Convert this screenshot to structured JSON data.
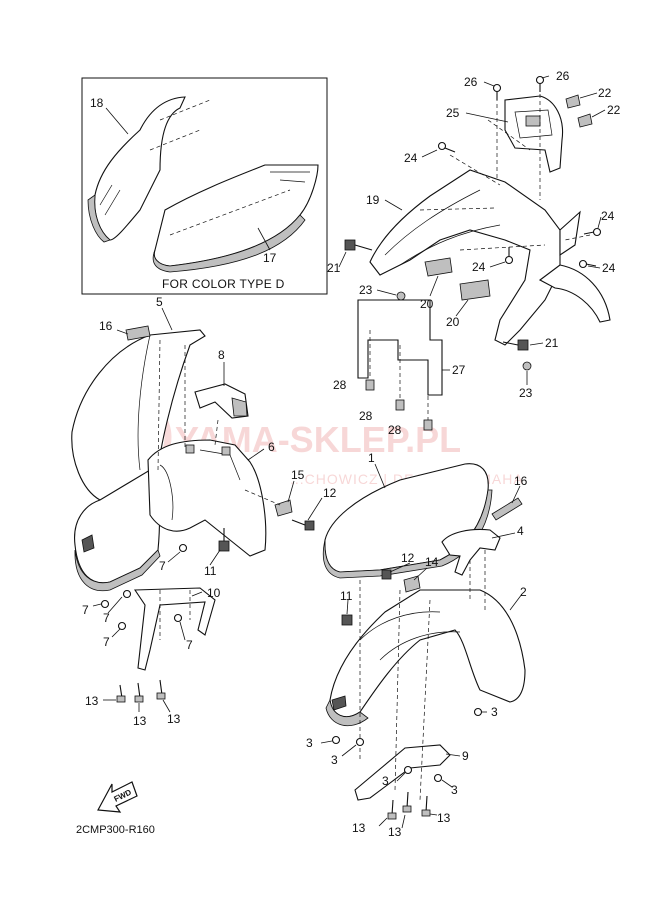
{
  "watermark": {
    "main": "YAMA-SKLEP.PL",
    "sub": "...CHOWICZ | DEALER YAMAHA"
  },
  "inset": {
    "caption": "FOR COLOR TYPE D"
  },
  "diagram_code": "2CMP300-R160",
  "fwd_label": "FWD",
  "callouts": [
    "18",
    "17",
    "26",
    "26",
    "22",
    "22",
    "25",
    "24",
    "19",
    "24",
    "21",
    "24",
    "24",
    "23",
    "20",
    "20",
    "21",
    "23",
    "27",
    "28",
    "28",
    "28",
    "16",
    "5",
    "8",
    "6",
    "15",
    "12",
    "11",
    "7",
    "7",
    "10",
    "7",
    "7",
    "7",
    "13",
    "13",
    "13",
    "1",
    "16",
    "4",
    "12",
    "14",
    "2",
    "11",
    "3",
    "3",
    "9",
    "3",
    "3",
    "3",
    "13",
    "13",
    "13"
  ]
}
